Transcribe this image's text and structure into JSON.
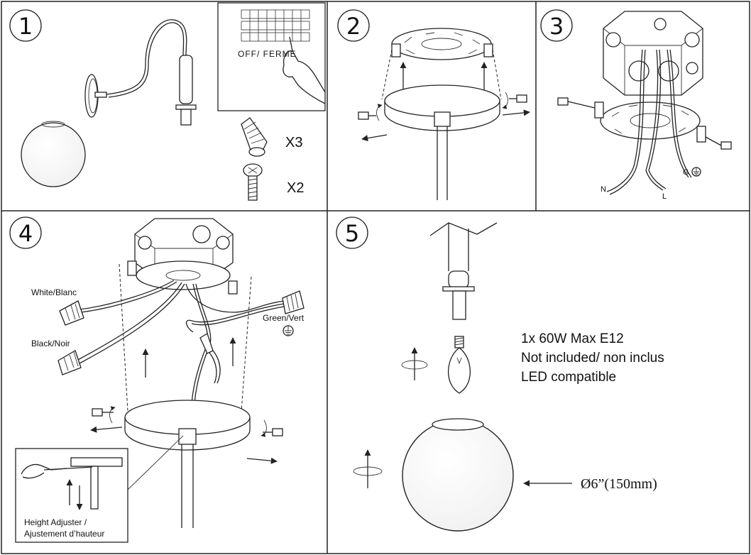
{
  "steps": {
    "s1": "1",
    "s2": "2",
    "s3": "3",
    "s4": "4",
    "s5": "5"
  },
  "panel1": {
    "switch_label": "OFF/ FERME",
    "wire_nut_qty": "X3",
    "screw_qty": "X2"
  },
  "panel3": {
    "neutral": "N",
    "live": "L",
    "ground": "G"
  },
  "panel4": {
    "white_wire": "White/Blanc",
    "black_wire": "Black/Noir",
    "green_wire": "Green/Vert",
    "height_adjuster_line1": "Height Adjuster /",
    "height_adjuster_line2": "Ajustement d’hauteur"
  },
  "panel5": {
    "bulb_line1": "1x 60W Max E12",
    "bulb_line2": "Not included/ non inclus",
    "bulb_line3": "LED compatible",
    "globe_size": "Ø6”(150mm)"
  },
  "icons": [
    "wire-nut-icon",
    "screw-icon",
    "ground-symbol-icon",
    "rotate-arrow-icon",
    "hand-icon"
  ]
}
